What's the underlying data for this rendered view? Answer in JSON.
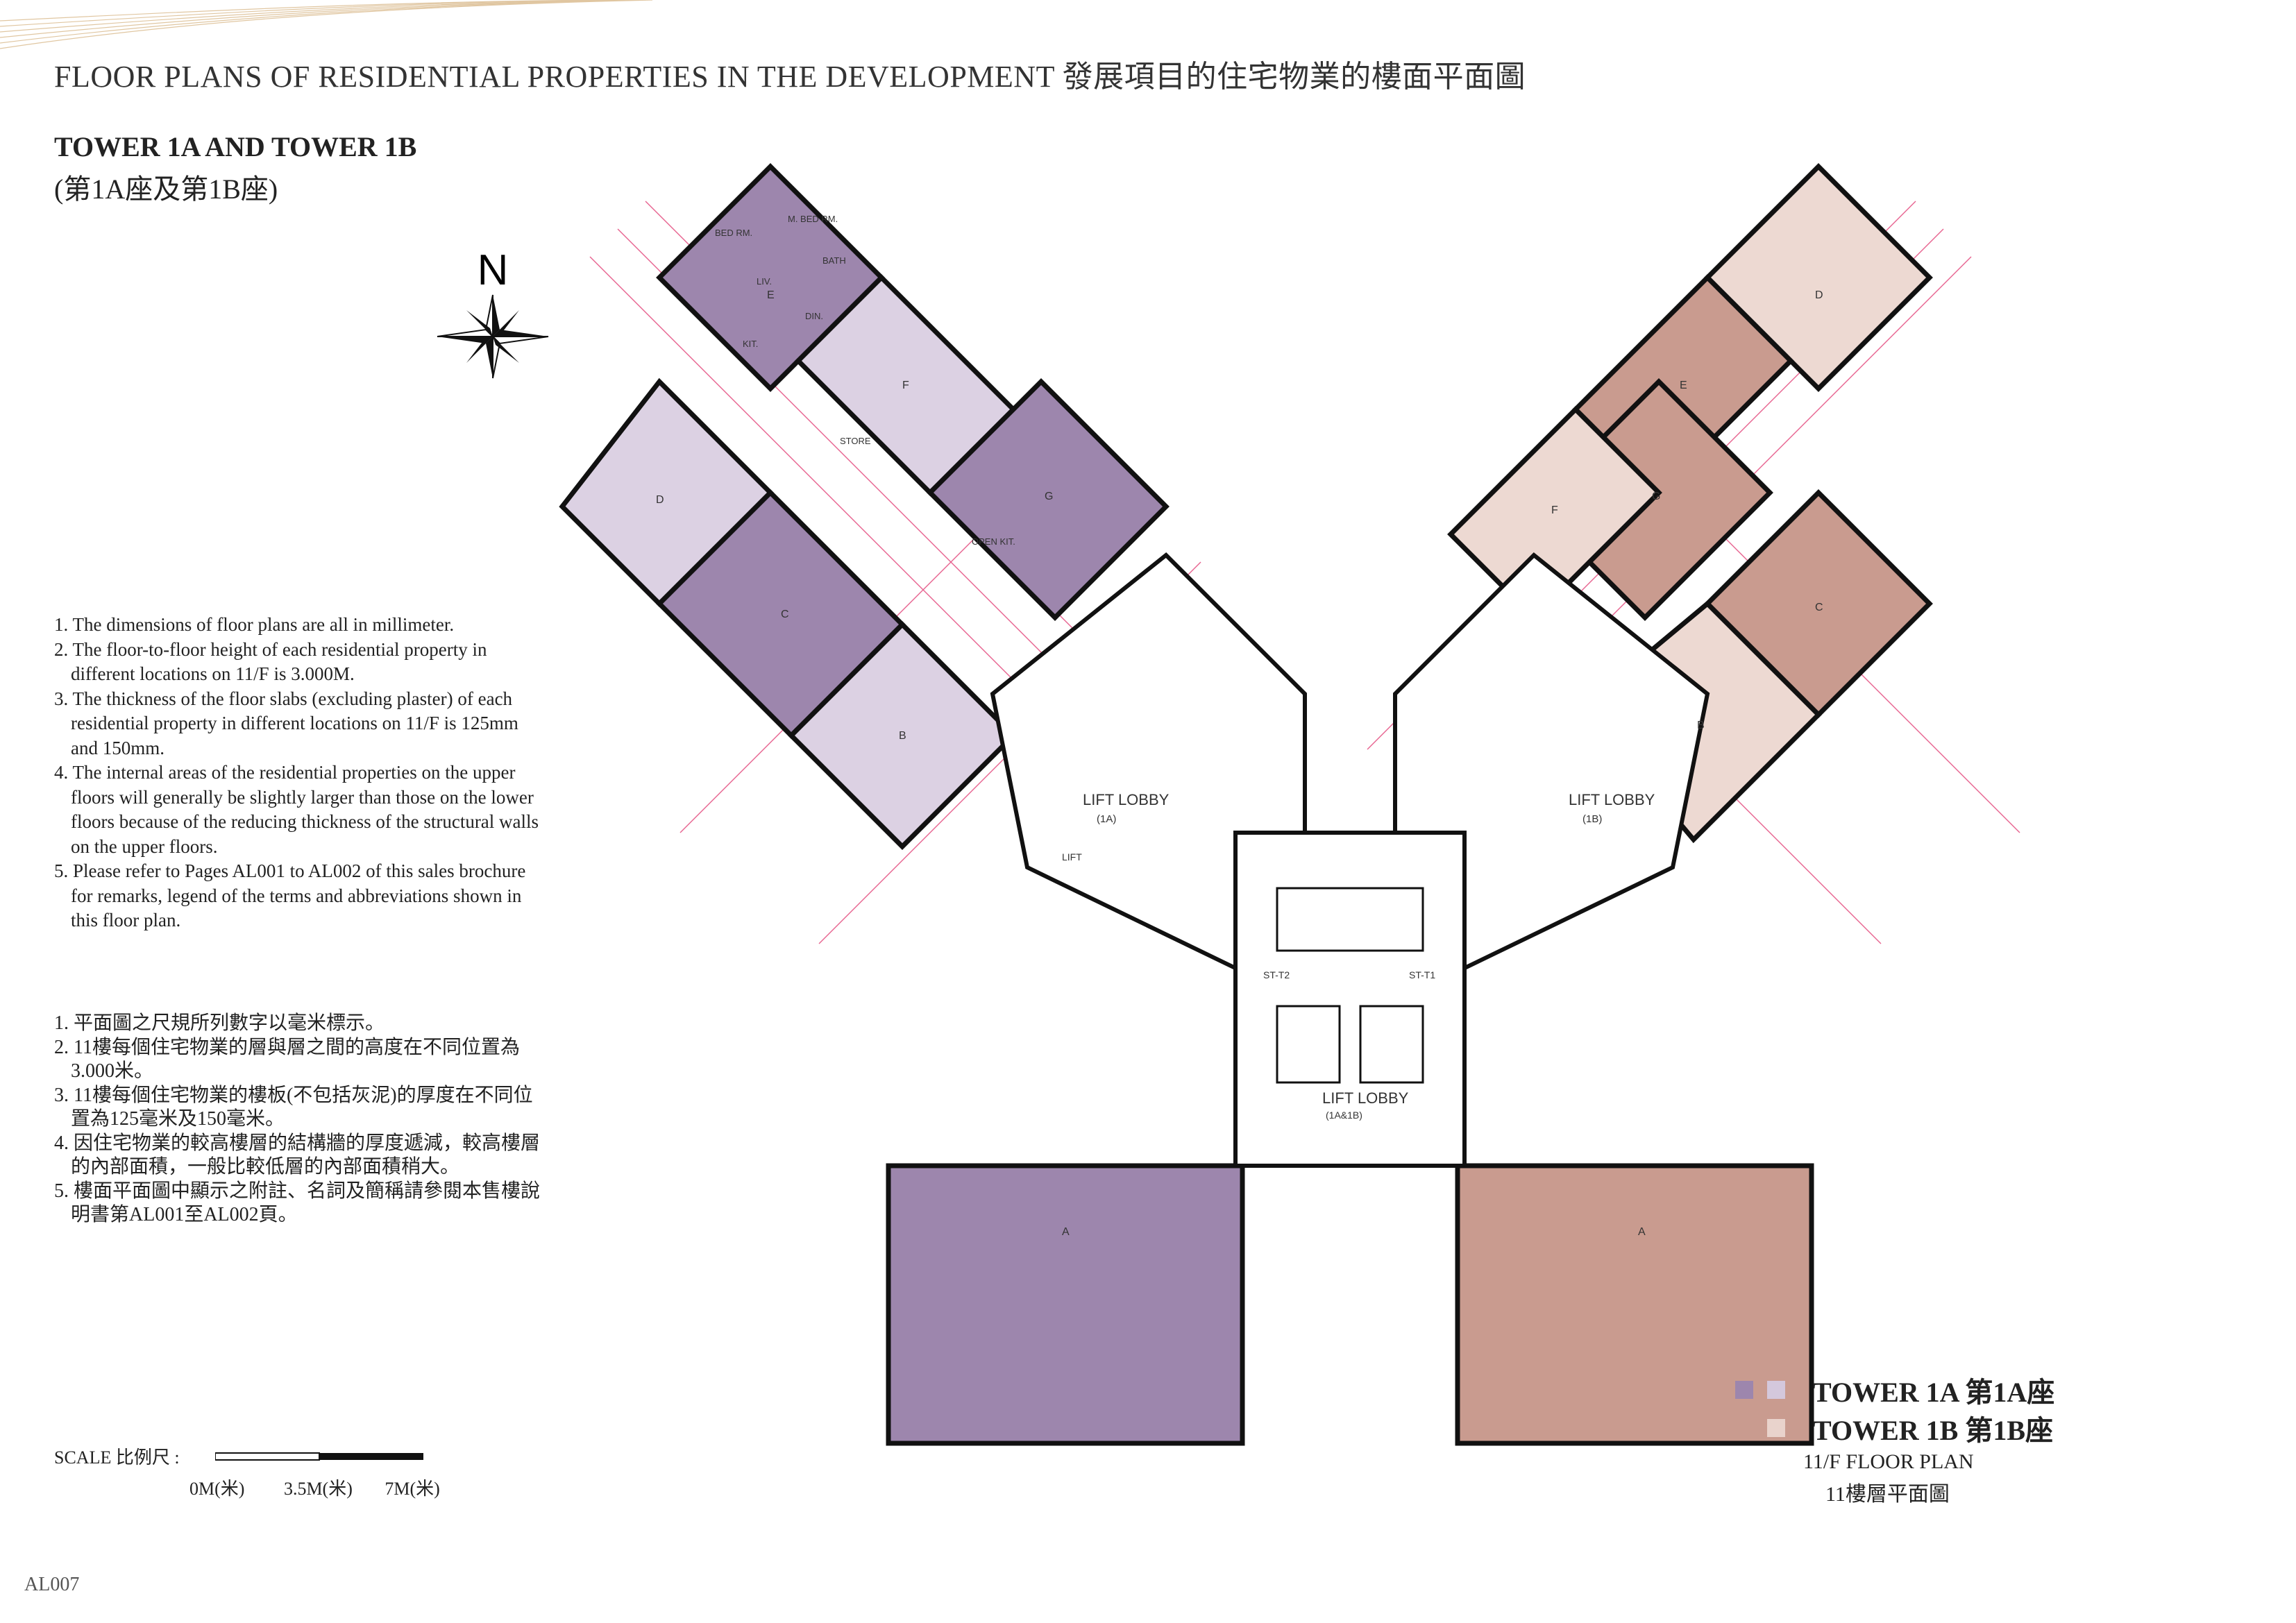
{
  "title": "FLOOR PLANS OF RESIDENTIAL PROPERTIES IN THE DEVELOPMENT 發展項目的住宅物業的樓面平面圖",
  "heading": {
    "en": "TOWER 1A AND TOWER 1B",
    "cn": "(第1A座及第1B座)"
  },
  "compass_label": "N",
  "notes_en": [
    "1. The dimensions of floor plans are all in millimeter.",
    "2. The floor-to-floor height of each residential property in different locations on 11/F is 3.000M.",
    "3. The thickness of the floor slabs (excluding plaster) of each residential property in different locations on 11/F is 125mm and 150mm.",
    "4. The internal areas of the residential properties on the upper floors  will generally be slightly larger than those on the lower floors because  of the reducing thickness of the structural walls on the upper floors.",
    "5. Please refer to Pages AL001 to AL002 of this sales brochure for remarks, legend of the terms and abbreviations shown in this floor plan."
  ],
  "notes_cn": [
    "1. 平面圖之尺規所列數字以毫米標示。",
    "2. 11樓每個住宅物業的層與層之間的高度在不同位置為3.000米。",
    "3. 11樓每個住宅物業的樓板(不包括灰泥)的厚度在不同位置為125毫米及150毫米。",
    "4. 因住宅物業的較高樓層的結構牆的厚度遞減，較高樓層的內部面積，一般比較低層的內部面積稍大。",
    "5. 樓面平面圖中顯示之附註、名詞及簡稱請參閱本售樓說明書第AL001至AL002頁。"
  ],
  "scale": {
    "label": "SCALE 比例尺 :",
    "ticks": [
      "0M(米)",
      "3.5M(米)",
      "7M(米)"
    ]
  },
  "plan_labels": {
    "lobby_a": "LIFT LOBBY",
    "lobby_a_tag": "(1A)",
    "lobby_b": "LIFT LOBBY",
    "lobby_b_tag": "(1B)",
    "lobby_c": "LIFT LOBBY",
    "lobby_c_tag": "(1A&1B)",
    "stair_1": "ST-T2",
    "stair_2": "ST-T1",
    "lift": "LIFT",
    "liv": "LIV.",
    "din": "DIN.",
    "kit": "KIT.",
    "mbed": "M. BED RM.",
    "bed": "BED RM.",
    "bath": "BATH",
    "store": "STORE",
    "open_kit": "OPEN KIT.",
    "units_a": [
      "A",
      "B",
      "C",
      "D",
      "E",
      "F",
      "G"
    ],
    "units_b": [
      "A",
      "B",
      "C",
      "D",
      "E",
      "F",
      "G"
    ]
  },
  "legend": [
    {
      "label": "TOWER 1A 第1A座",
      "colors": [
        "#9d86ad",
        "#d4c8dc"
      ]
    },
    {
      "label": "TOWER 1B 第1B座",
      "colors": [
        "#c99b8f",
        "#e9d3cc"
      ]
    }
  ],
  "floor_plan_title": {
    "en": "11/F FLOOR PLAN",
    "cn": "11樓層平面圖"
  },
  "page_number": "AL007",
  "colors": {
    "tower_a_dark": "#9d86ad",
    "tower_a_light": "#dcd1e3",
    "tower_b_dark": "#c99b8f",
    "tower_b_light": "#edd9d2",
    "dimension": "#e0306b",
    "wall": "#111111"
  }
}
